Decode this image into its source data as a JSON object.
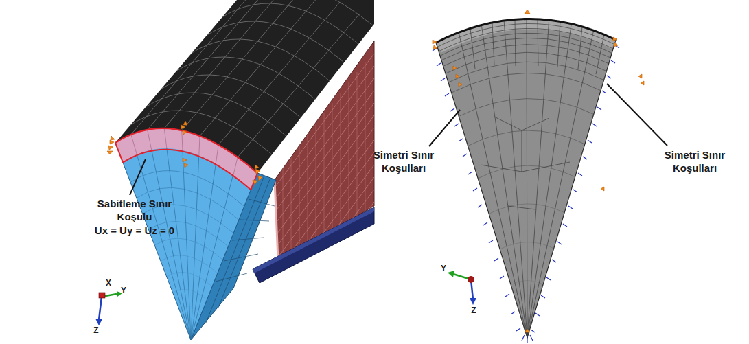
{
  "diagram": {
    "labels": [
      "Sabitleme Sınır Koşulu",
      "Ux = Uy = Uz = 0",
      "Simetri Sınır Koşulları",
      "Simetri Sınır Koşulları",
      "X",
      "Y",
      "Z",
      "Y",
      "Z"
    ]
  }
}
